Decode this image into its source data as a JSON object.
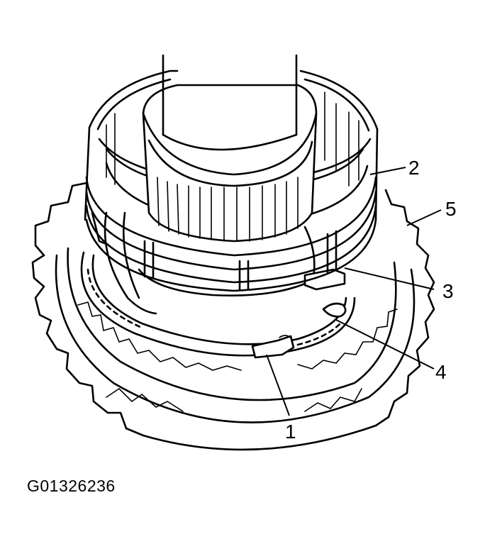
{
  "figure": {
    "code": "G01326236"
  },
  "callouts": [
    {
      "id": "callout-1",
      "label": "1"
    },
    {
      "id": "callout-2",
      "label": "2"
    },
    {
      "id": "callout-3",
      "label": "3"
    },
    {
      "id": "callout-4",
      "label": "4"
    },
    {
      "id": "callout-5",
      "label": "5"
    }
  ]
}
